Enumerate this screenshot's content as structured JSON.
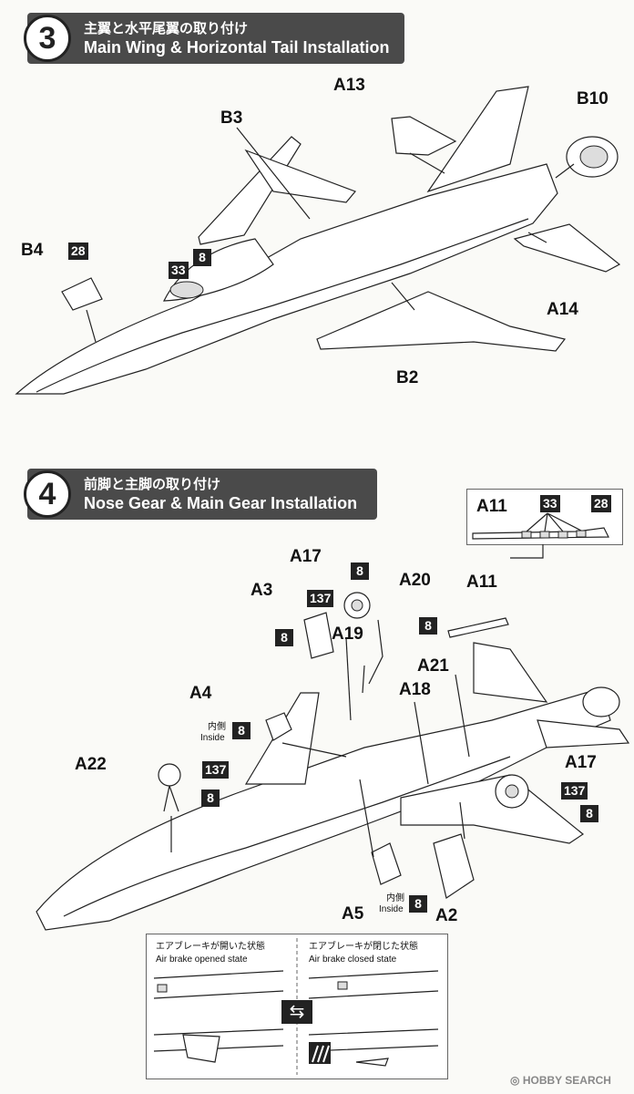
{
  "step3": {
    "number": "3",
    "title_jp": "主翼と水平尾翼の取り付け",
    "title_en": "Main Wing & Horizontal Tail Installation",
    "parts": {
      "a13": "A13",
      "b10": "B10",
      "b3": "B3",
      "b4": "B4",
      "a14": "A14",
      "b2": "B2"
    },
    "colors": {
      "c28": "28",
      "c8": "8",
      "c33": "33"
    }
  },
  "step4": {
    "number": "4",
    "title_jp": "前脚と主脚の取り付け",
    "title_en": "Nose Gear & Main Gear Installation",
    "parts": {
      "a11": "A11",
      "a11b": "A11",
      "a17": "A17",
      "a17b": "A17",
      "a20": "A20",
      "a3": "A3",
      "a19": "A19",
      "a21": "A21",
      "a18": "A18",
      "a4": "A4",
      "a22": "A22",
      "a5": "A5",
      "a2": "A2"
    },
    "colors": {
      "c33": "33",
      "c28": "28",
      "c8a": "8",
      "c137a": "137",
      "c8b": "8",
      "c8c": "8",
      "c8d": "8",
      "c137b": "137",
      "c8e": "8",
      "c137c": "137",
      "c8f": "8",
      "c8g": "8"
    },
    "inside_jp": "内側",
    "inside_en": "Inside",
    "airbrake": {
      "opened_jp": "エアブレーキが開いた状態",
      "opened_en": "Air brake opened state",
      "closed_jp": "エアブレーキが閉じた状態",
      "closed_en": "Air brake closed state"
    }
  },
  "footer": {
    "brand": "HOBBY SEARCH"
  }
}
